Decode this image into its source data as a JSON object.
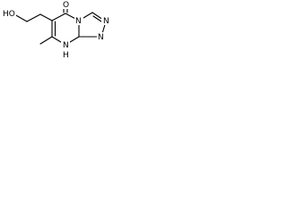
{
  "molecule": {
    "labels": {
      "hydroxyl": "HO",
      "carbonyl_oxygen": "O",
      "ring_nitrogen_top": "N",
      "triazole_nitrogen": "N",
      "ring_nitrogen_right": "N",
      "nh": "N",
      "h": "H",
      "methyl": "",
      "ethyl_chain": ""
    },
    "bond_color": "#000000",
    "text_color": "#000000"
  }
}
